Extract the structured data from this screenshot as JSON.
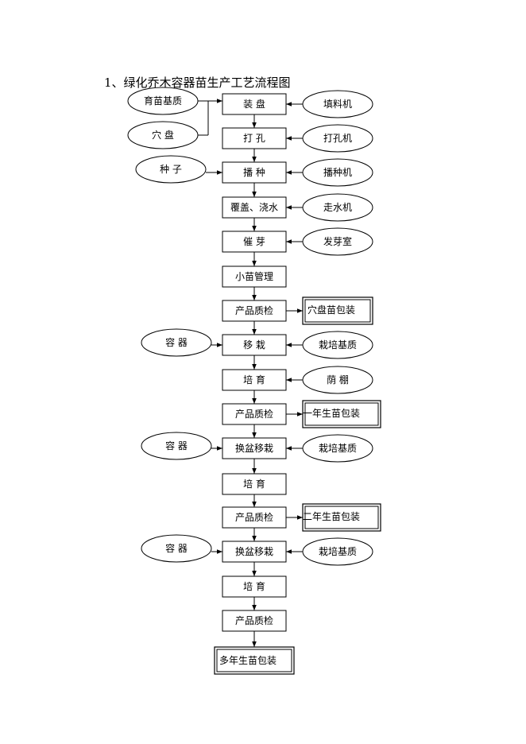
{
  "title": "1、绿化乔木容器苗生产工艺流程图",
  "steps": [
    "装 盘",
    "打 孔",
    "播 种",
    "覆盖、浇水",
    "催 芽",
    "小苗管理",
    "产品质检",
    "移 栽",
    "培 育",
    "产品质检",
    "换盆移栽",
    "培 育",
    "产品质检",
    "换盆移栽",
    "培 育",
    "产品质检"
  ],
  "inputs_left": [
    "育苗基质",
    "穴 盘",
    "种 子",
    "容 器",
    "容 器",
    "容 器"
  ],
  "inputs_right": [
    "填料机",
    "打孔机",
    "播种机",
    "走水机",
    "发芽室",
    "栽培基质",
    "荫 棚",
    "栽培基质",
    "栽培基质"
  ],
  "outputs": [
    "穴盘苗包装",
    "一年生苗包装",
    "二年生苗包装"
  ],
  "final_output": "多年生苗包装"
}
